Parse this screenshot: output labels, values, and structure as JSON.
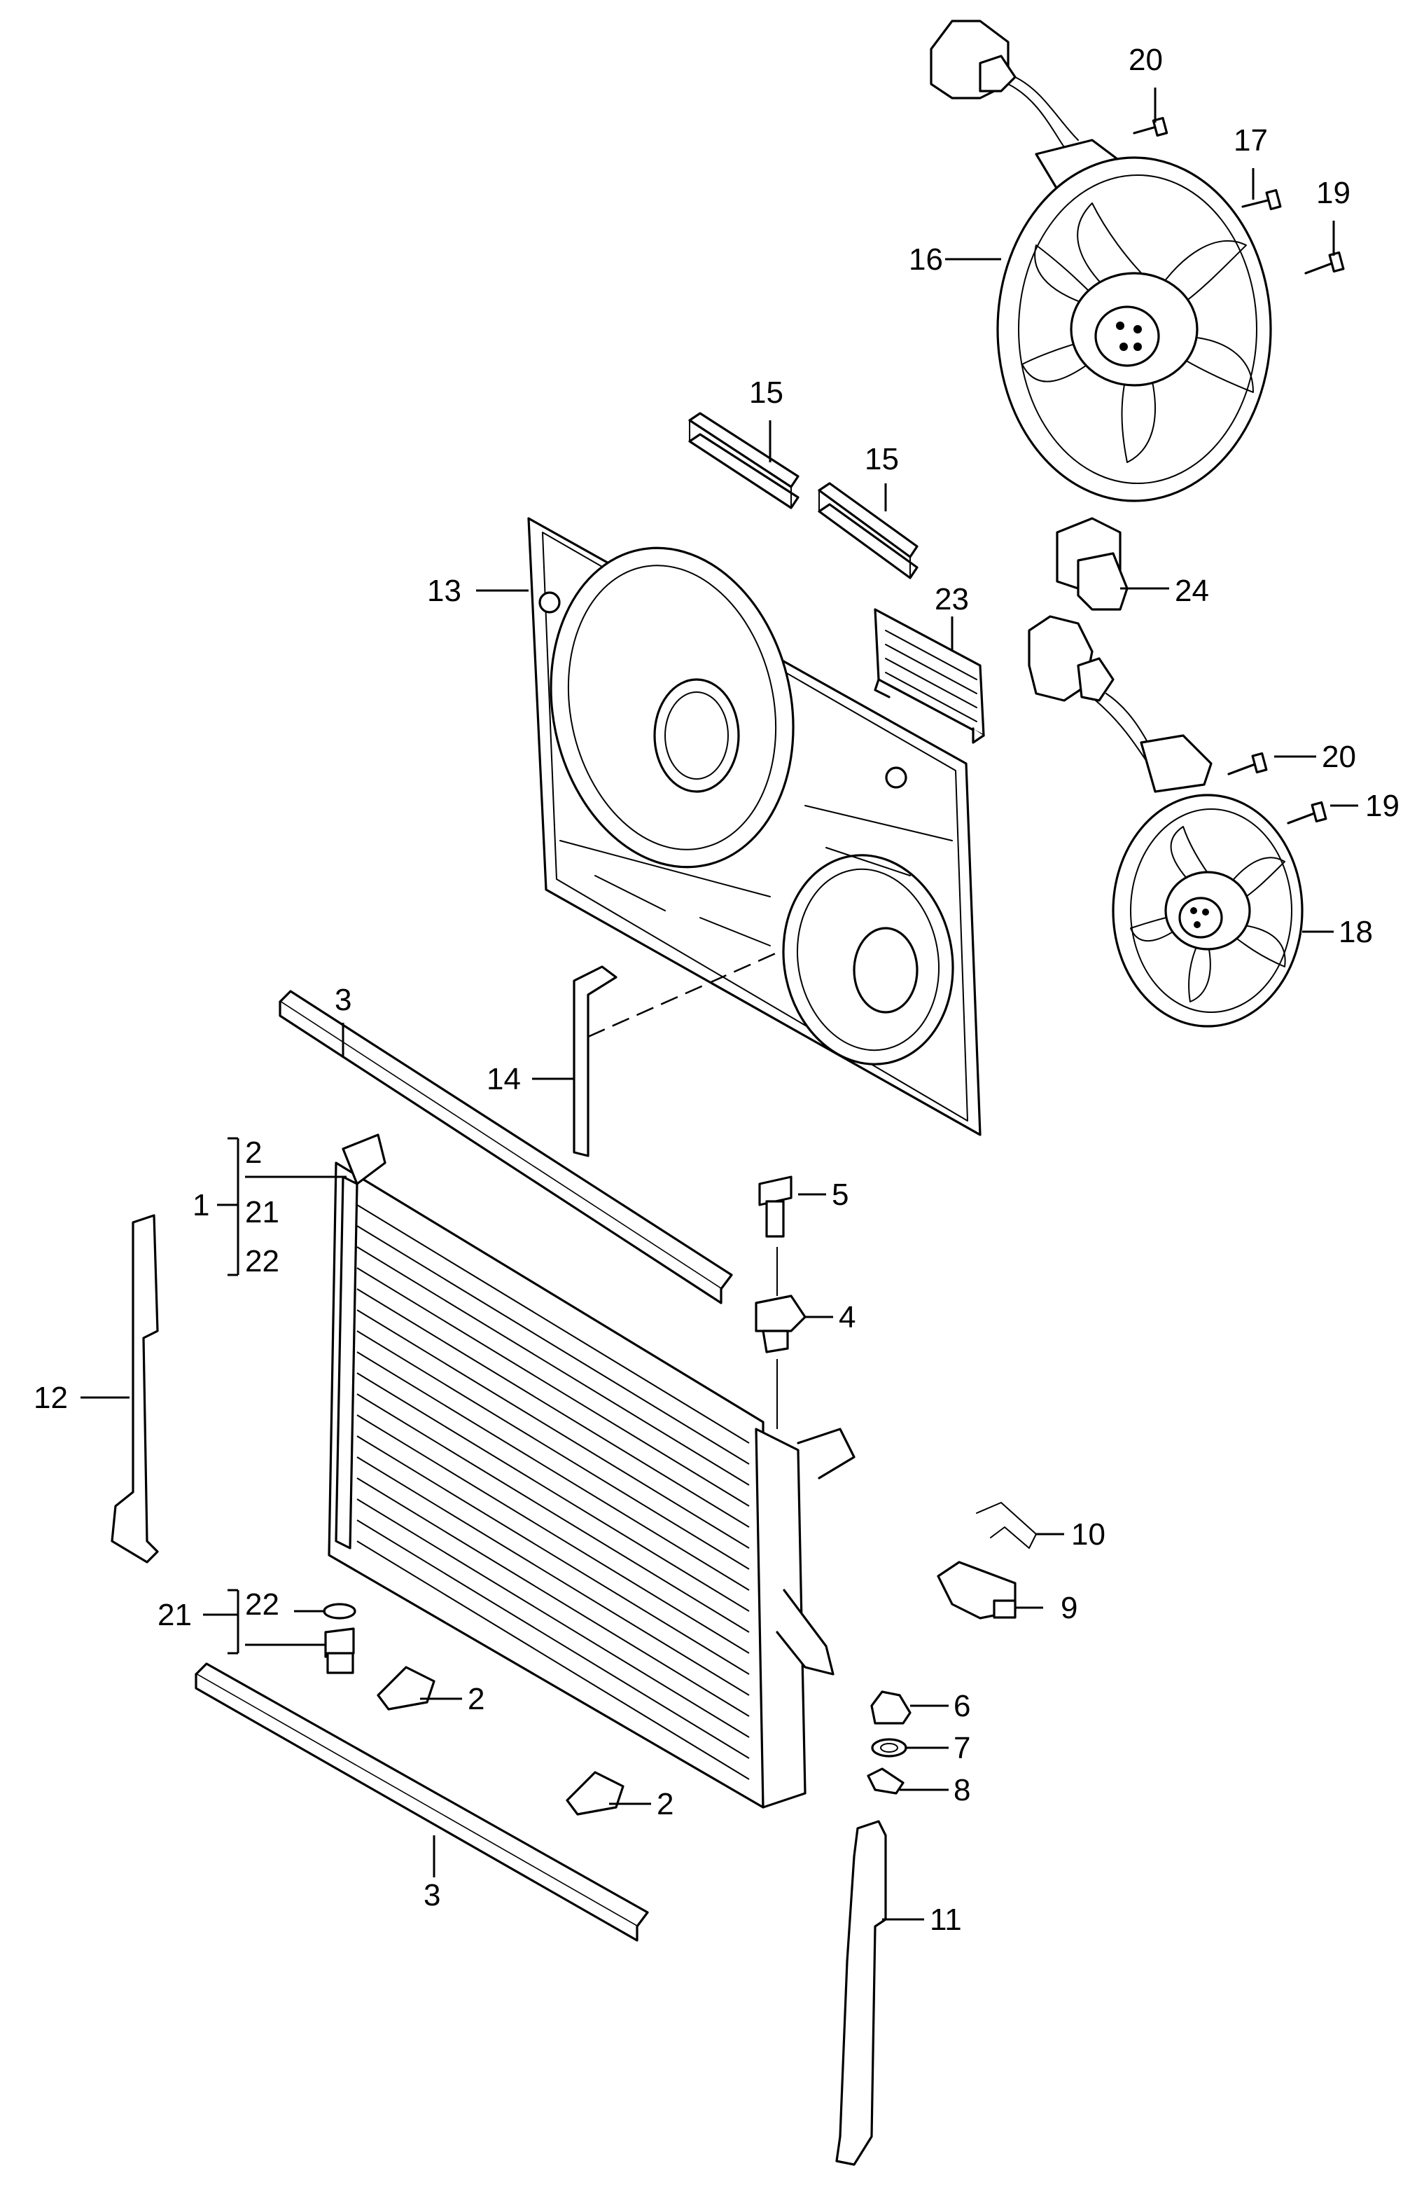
{
  "diagram": {
    "callouts": [
      {
        "id": "c20a",
        "text": "20"
      },
      {
        "id": "c17",
        "text": "17"
      },
      {
        "id": "c19a",
        "text": "19"
      },
      {
        "id": "c16",
        "text": "16"
      },
      {
        "id": "c15a",
        "text": "15"
      },
      {
        "id": "c15b",
        "text": "15"
      },
      {
        "id": "c13",
        "text": "13"
      },
      {
        "id": "c24",
        "text": "24"
      },
      {
        "id": "c23",
        "text": "23"
      },
      {
        "id": "c20b",
        "text": "20"
      },
      {
        "id": "c19b",
        "text": "19"
      },
      {
        "id": "c18",
        "text": "18"
      },
      {
        "id": "c3a",
        "text": "3"
      },
      {
        "id": "c14",
        "text": "14"
      },
      {
        "id": "c1",
        "text": "1"
      },
      {
        "id": "c1_2",
        "text": "2"
      },
      {
        "id": "c1_21",
        "text": "21"
      },
      {
        "id": "c1_22",
        "text": "22"
      },
      {
        "id": "c5",
        "text": "5"
      },
      {
        "id": "c4",
        "text": "4"
      },
      {
        "id": "c12",
        "text": "12"
      },
      {
        "id": "c10",
        "text": "10"
      },
      {
        "id": "c9",
        "text": "9"
      },
      {
        "id": "c21",
        "text": "21"
      },
      {
        "id": "c21_22",
        "text": "22"
      },
      {
        "id": "c2a",
        "text": "2"
      },
      {
        "id": "c6",
        "text": "6"
      },
      {
        "id": "c7",
        "text": "7"
      },
      {
        "id": "c8",
        "text": "8"
      },
      {
        "id": "c2b",
        "text": "2"
      },
      {
        "id": "c3b",
        "text": "3"
      },
      {
        "id": "c11",
        "text": "11"
      }
    ]
  }
}
